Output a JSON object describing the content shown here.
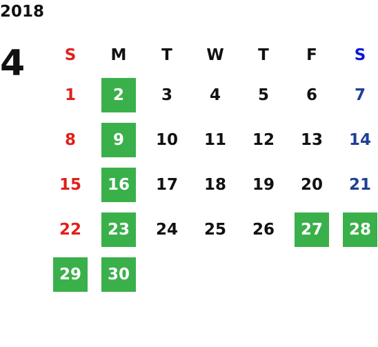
{
  "calendar": {
    "year": "2018",
    "month": "4",
    "weekdays": [
      "S",
      "M",
      "T",
      "W",
      "T",
      "F",
      "S"
    ],
    "weeks": [
      [
        {
          "label": "1",
          "highlight": false
        },
        {
          "label": "2",
          "highlight": true
        },
        {
          "label": "3",
          "highlight": false
        },
        {
          "label": "4",
          "highlight": false
        },
        {
          "label": "5",
          "highlight": false
        },
        {
          "label": "6",
          "highlight": false
        },
        {
          "label": "7",
          "highlight": false
        }
      ],
      [
        {
          "label": "8",
          "highlight": false
        },
        {
          "label": "9",
          "highlight": true
        },
        {
          "label": "10",
          "highlight": false
        },
        {
          "label": "11",
          "highlight": false
        },
        {
          "label": "12",
          "highlight": false
        },
        {
          "label": "13",
          "highlight": false
        },
        {
          "label": "14",
          "highlight": false
        }
      ],
      [
        {
          "label": "15",
          "highlight": false
        },
        {
          "label": "16",
          "highlight": true
        },
        {
          "label": "17",
          "highlight": false
        },
        {
          "label": "18",
          "highlight": false
        },
        {
          "label": "19",
          "highlight": false
        },
        {
          "label": "20",
          "highlight": false
        },
        {
          "label": "21",
          "highlight": false
        }
      ],
      [
        {
          "label": "22",
          "highlight": false
        },
        {
          "label": "23",
          "highlight": true
        },
        {
          "label": "24",
          "highlight": false
        },
        {
          "label": "25",
          "highlight": false
        },
        {
          "label": "26",
          "highlight": false
        },
        {
          "label": "27",
          "highlight": true
        },
        {
          "label": "28",
          "highlight": true
        }
      ],
      [
        {
          "label": "29",
          "highlight": true
        },
        {
          "label": "30",
          "highlight": true
        },
        {
          "label": "",
          "highlight": false
        },
        {
          "label": "",
          "highlight": false
        },
        {
          "label": "",
          "highlight": false
        },
        {
          "label": "",
          "highlight": false
        },
        {
          "label": "",
          "highlight": false
        }
      ]
    ]
  },
  "colors": {
    "highlight": "#3ab04a",
    "sunday": "#e0201a",
    "saturday": "#1f3f96",
    "saturday_header": "#0a16d8",
    "text": "#111111"
  }
}
